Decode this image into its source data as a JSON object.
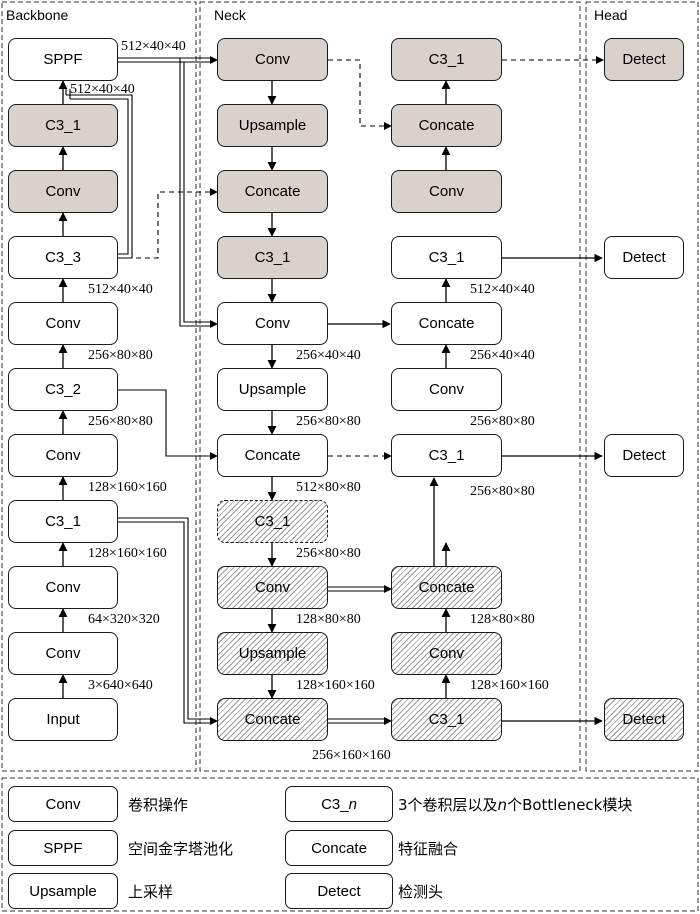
{
  "sections": {
    "backbone": "Backbone",
    "neck": "Neck",
    "head": "Head"
  },
  "backbone": {
    "sppf": "SPPF",
    "c3_1": "C3_1",
    "conv_a": "Conv",
    "c3_3": "C3_3",
    "conv_b": "Conv",
    "c3_2": "C3_2",
    "conv_c": "Conv",
    "c3_1b": "C3_1",
    "conv_d": "Conv",
    "conv_e": "Conv",
    "input": "Input"
  },
  "neck_left": {
    "conv1": "Conv",
    "upsample1": "Upsample",
    "concat1": "Concate",
    "c3_1a": "C3_1",
    "conv2": "Conv",
    "upsample2": "Upsample",
    "concat2": "Concate",
    "c3_1b": "C3_1",
    "conv3": "Conv",
    "upsample3": "Upsample",
    "concat3": "Concate"
  },
  "neck_right": {
    "c3_1a": "C3_1",
    "concat1": "Concate",
    "conv1": "Conv",
    "c3_1b": "C3_1",
    "concat2": "Concate",
    "conv2": "Conv",
    "c3_1c": "C3_1",
    "concat3": "Concate",
    "conv3": "Conv",
    "c3_1d": "C3_1"
  },
  "head": {
    "detect1": "Detect",
    "detect2": "Detect",
    "detect3": "Detect",
    "detect4": "Detect"
  },
  "dims": {
    "sppf_out": "512×40×40",
    "sppf_in": "512×40×40",
    "c3_3_out": "512×40×40",
    "conv_b_out": "256×80×80",
    "c3_2_out": "256×80×80",
    "conv_c_out": "128×160×160",
    "c3_1b_out": "128×160×160",
    "conv_d_out": "64×320×320",
    "input_out": "3×640×640",
    "nconv2_out": "256×40×40",
    "nup2_out": "256×80×80",
    "nconcat2_out": "512×80×80",
    "nc3_1b_out": "256×80×80",
    "nconv3_out": "128×80×80",
    "nup3_out": "128×160×160",
    "nconcat3_out": "256×160×160",
    "rc3_1b_out": "512×40×40",
    "rconcat2_out": "256×40×40",
    "rconv2_out": "256×80×80",
    "rc3_1c_out": "256×80×80",
    "rconcat3_out": "128×80×80",
    "rconv3_out": "128×160×160"
  },
  "legend": [
    {
      "box": "Conv",
      "desc": "卷积操作"
    },
    {
      "box": "SPPF",
      "desc": "空间金字塔池化"
    },
    {
      "box": "Upsample",
      "desc": "上采样"
    },
    {
      "box": "C3_",
      "box_italic": "n",
      "desc_pre": "3个卷积层以及",
      "desc_italic": "n",
      "desc_post": "个Bottleneck模块"
    },
    {
      "box": "Concate",
      "desc": "特征融合"
    },
    {
      "box": "Detect",
      "desc": "检测头"
    }
  ]
}
